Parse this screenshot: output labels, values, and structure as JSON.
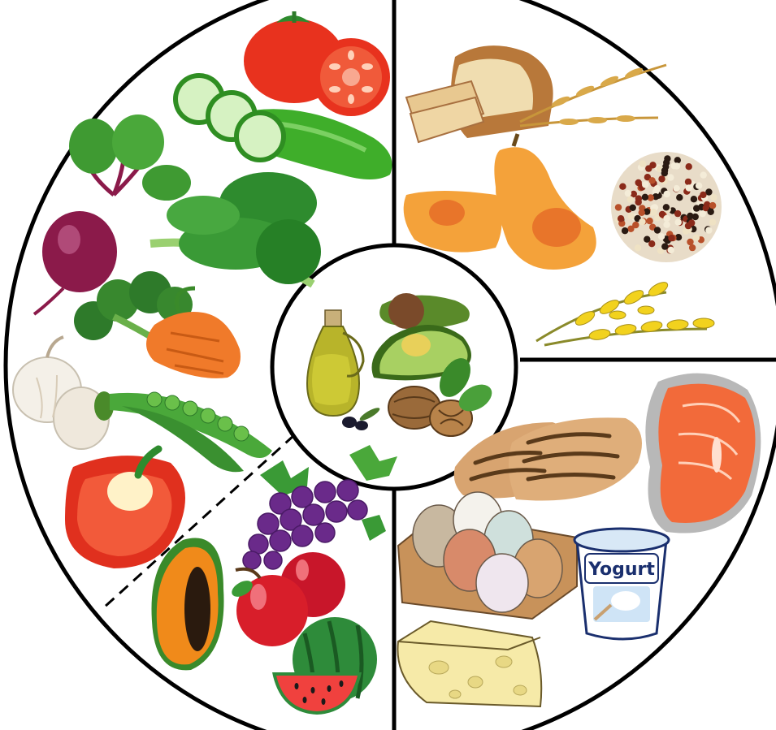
{
  "plate": {
    "yogurt_label": "Yogurt"
  },
  "sections": [
    {
      "id": "vegetables",
      "foods": [
        "tomato-icon",
        "cucumber-icon",
        "beet-icon",
        "spinach-icon",
        "broccoli-icon",
        "carrot-icon",
        "garlic-icon",
        "peas-icon",
        "bell-pepper-icon"
      ]
    },
    {
      "id": "fruits",
      "foods": [
        "grapes-icon",
        "papaya-icon",
        "apple-icon",
        "watermelon-icon"
      ]
    },
    {
      "id": "grains",
      "foods": [
        "bread-icon",
        "wheat-icon",
        "butternut-squash-icon",
        "quinoa-icon",
        "rice-stalk-icon"
      ]
    },
    {
      "id": "proteins",
      "foods": [
        "salmon-icon",
        "chicken-breast-icon",
        "eggs-icon",
        "yogurt-icon",
        "cheese-icon"
      ]
    },
    {
      "id": "healthy-fats",
      "foods": [
        "olive-oil-icon",
        "avocado-icon",
        "walnut-icon"
      ]
    }
  ],
  "colors": {
    "outline": "#000000",
    "tomato": "#e8321e",
    "cucumber": "#3fae2a",
    "beet": "#8b1a4a",
    "greens": "#2e8b2e",
    "carrot": "#f07a2a",
    "pepper": "#e0301e",
    "grape": "#6a2a8a",
    "apple": "#d81e2a",
    "watermelon": "#2e8b3a",
    "papaya": "#f08a1a",
    "bread": "#e8c890",
    "wheat": "#d9a94a",
    "squash": "#f4a23a",
    "rice": "#f2d21e",
    "salmon": "#f26a3a",
    "chicken": "#d8a470",
    "egg": "#e6d2bc",
    "yogurt": "#1a2f6e",
    "cheese": "#f6eaa8",
    "oil": "#b8b42a",
    "avocado": "#7fb33a",
    "walnut": "#9a6a3a"
  }
}
